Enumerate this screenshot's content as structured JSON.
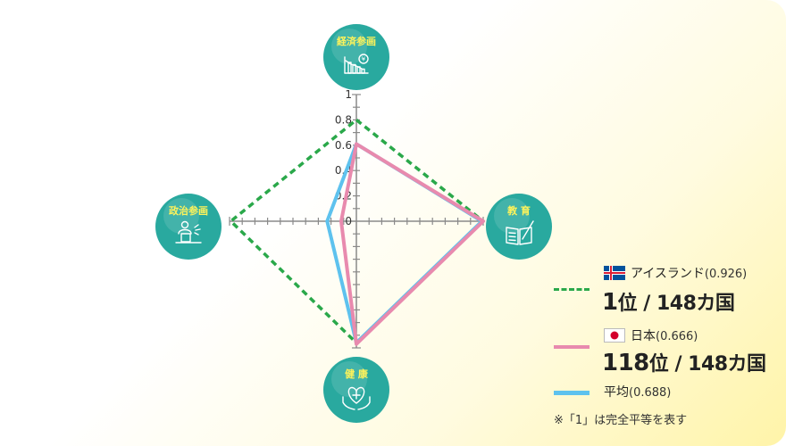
{
  "chart_data": {
    "type": "radar",
    "axes": [
      {
        "key": "economy",
        "label": "経済参画",
        "icon": "economy-chart-icon"
      },
      {
        "key": "education",
        "label": "教 育",
        "icon": "education-book-icon"
      },
      {
        "key": "health",
        "label": "健 康",
        "icon": "health-heart-hands-icon"
      },
      {
        "key": "politics",
        "label": "政治参画",
        "icon": "politics-speaker-podium-icon"
      }
    ],
    "ticks": [
      "1",
      "0.8",
      "0.6",
      "0.4",
      "0.2",
      "0"
    ],
    "tick_values": [
      1,
      0.8,
      0.6,
      0.4,
      0.2,
      0
    ],
    "range": [
      0,
      1
    ],
    "series": [
      {
        "name": "アイスランド",
        "score": "(0.926)",
        "rank": "1",
        "rank_suffix": "位 / 148カ国",
        "color": "#2aa84a",
        "dashed": true,
        "flag": "iceland-flag-icon",
        "values": [
          0.8,
          1.0,
          0.96,
          0.99
        ]
      },
      {
        "name": "日本",
        "score": "(0.666)",
        "rank": "118",
        "rank_suffix": "位 / 148カ国",
        "color": "#e88aae",
        "dashed": false,
        "flag": "japan-flag-icon",
        "values": [
          0.61,
          1.0,
          0.97,
          0.12
        ]
      },
      {
        "name": "平均",
        "score": "(0.688)",
        "color": "#5ec2ee",
        "dashed": false,
        "values": [
          0.61,
          0.99,
          0.96,
          0.23
        ]
      }
    ],
    "note": "※「1」は完全平等を表す"
  },
  "colors": {
    "node": "#29a99f",
    "node_label": "#fff35a",
    "axis": "#8a8a8a"
  }
}
